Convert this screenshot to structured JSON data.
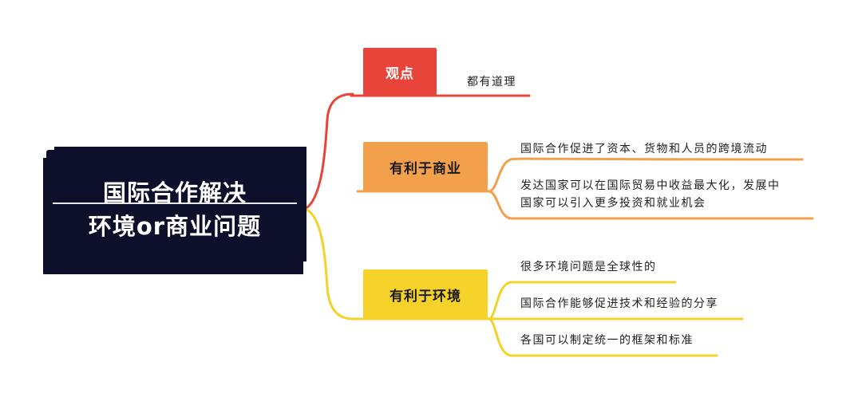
{
  "root": {
    "line1": "国际合作解决",
    "line2": "环境or商业问题"
  },
  "branches": [
    {
      "label": "观点",
      "color": "#e8443a",
      "items": [
        "都有道理"
      ]
    },
    {
      "label": "有利于商业",
      "color": "#f3a04c",
      "items": [
        "国际合作促进了资本、货物和人员的跨境流动",
        "发达国家可以在国际贸易中收益最大化，发展中",
        "国家可以引入更多投资和就业机会"
      ]
    },
    {
      "label": "有利于环境",
      "color": "#f4d229",
      "items": [
        "很多环境问题是全球性的",
        "国际合作能够促进技术和经验的分享",
        "各国可以制定统一的框架和标准"
      ]
    }
  ]
}
